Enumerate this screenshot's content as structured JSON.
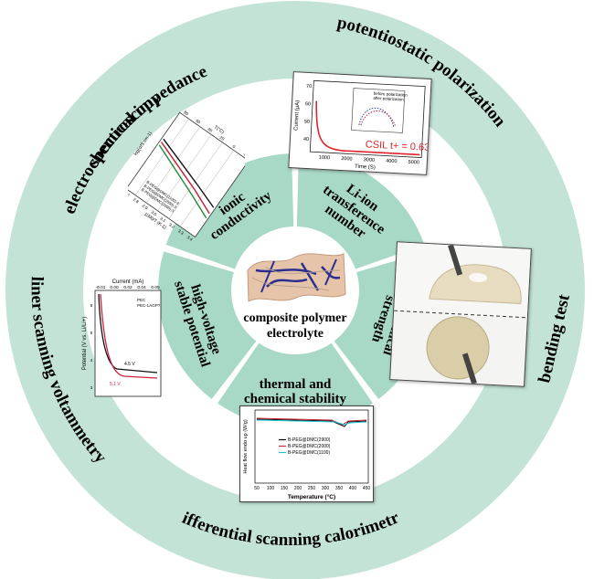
{
  "diagram": {
    "colors": {
      "outer_ring": "#c3e3d7",
      "inner_circle": "#ffffff",
      "sector": "#a8d8c6",
      "center": "#ffffff",
      "text": "#000000",
      "fiber": "#2a2f8f",
      "membrane": "#e6c4aa"
    },
    "outer_labels": {
      "eis_line1": "electrochemical impedance",
      "eis_line2": "spectroscopy",
      "potentiostatic": "potentiostatic polarization",
      "lsv": "liner scanning voltammetry",
      "bending": "bending test",
      "dsc": "differential scanning calorimetry"
    },
    "sectors": {
      "ionic": [
        "ionic",
        "conductivity"
      ],
      "li_ion": [
        "Li-ion",
        "transference",
        "number"
      ],
      "mechanical": [
        "mechanical",
        "strength"
      ],
      "thermal": [
        "thermal and",
        "chemical stability"
      ],
      "high_voltage": [
        "high-voltage",
        "stable potential"
      ]
    },
    "center_label": [
      "composite polymer",
      "electrolyte"
    ]
  },
  "insets": {
    "eis": {
      "top_axis_label": "T(°C)",
      "top_ticks": [
        "80",
        "60",
        "40",
        "20",
        "0",
        "-20"
      ],
      "bottom_axis_label": "1000/T (K-1)",
      "bottom_ticks": [
        "2.7",
        "2.8",
        "2.9",
        "3.0",
        "3.1",
        "3.2",
        "3.3",
        "3.4"
      ],
      "y_axis_label": "log(σ/S cm-1)",
      "y_ticks": [
        "-3.5",
        "-4.0",
        "-4.5",
        "-5.0",
        "-5.5"
      ],
      "legend": [
        "B-PEG@DMC(1100)-3",
        "B-PEG@DMC(2000)-3",
        "B-PEG@DMC(2000)-3"
      ]
    },
    "polarization": {
      "x_label": "Time (S)",
      "y_label": "Current (µA)",
      "x_ticks": [
        "1000",
        "2000",
        "3000",
        "4000",
        "5000"
      ],
      "y_ticks": [
        "70",
        "60",
        "50",
        "40"
      ],
      "inset_legend": [
        "before polarization",
        "after polarization"
      ],
      "result": "CSIL t+ = 0.63"
    },
    "lsv": {
      "top_axis_label": "Current (mA)",
      "top_ticks": [
        "0.05",
        "0.04",
        "0.02",
        "0.00",
        "-0.01"
      ],
      "side_axis_label": "Potential (V vs. Li/Li+)",
      "side_ticks": [
        "6",
        "5",
        "4",
        "3"
      ],
      "legend": [
        "PEC",
        "PEC-LAGP?"
      ],
      "annotations": [
        "4.5 V",
        "5.1 V"
      ]
    },
    "bending": {},
    "dsc": {
      "x_label": "Temperature (°C)",
      "y_label": "Heat flow endo up (W/g)",
      "x_ticks": [
        "50",
        "100",
        "150",
        "200",
        "250",
        "300",
        "350",
        "400",
        "450"
      ],
      "legend": [
        "B-PEG@DMC(2900)",
        "B-PEG@DMC(2000)",
        "B-PEG@DMC(1100)"
      ],
      "legend_colors": [
        "#000000",
        "#d0203a",
        "#16c8d4"
      ]
    }
  }
}
